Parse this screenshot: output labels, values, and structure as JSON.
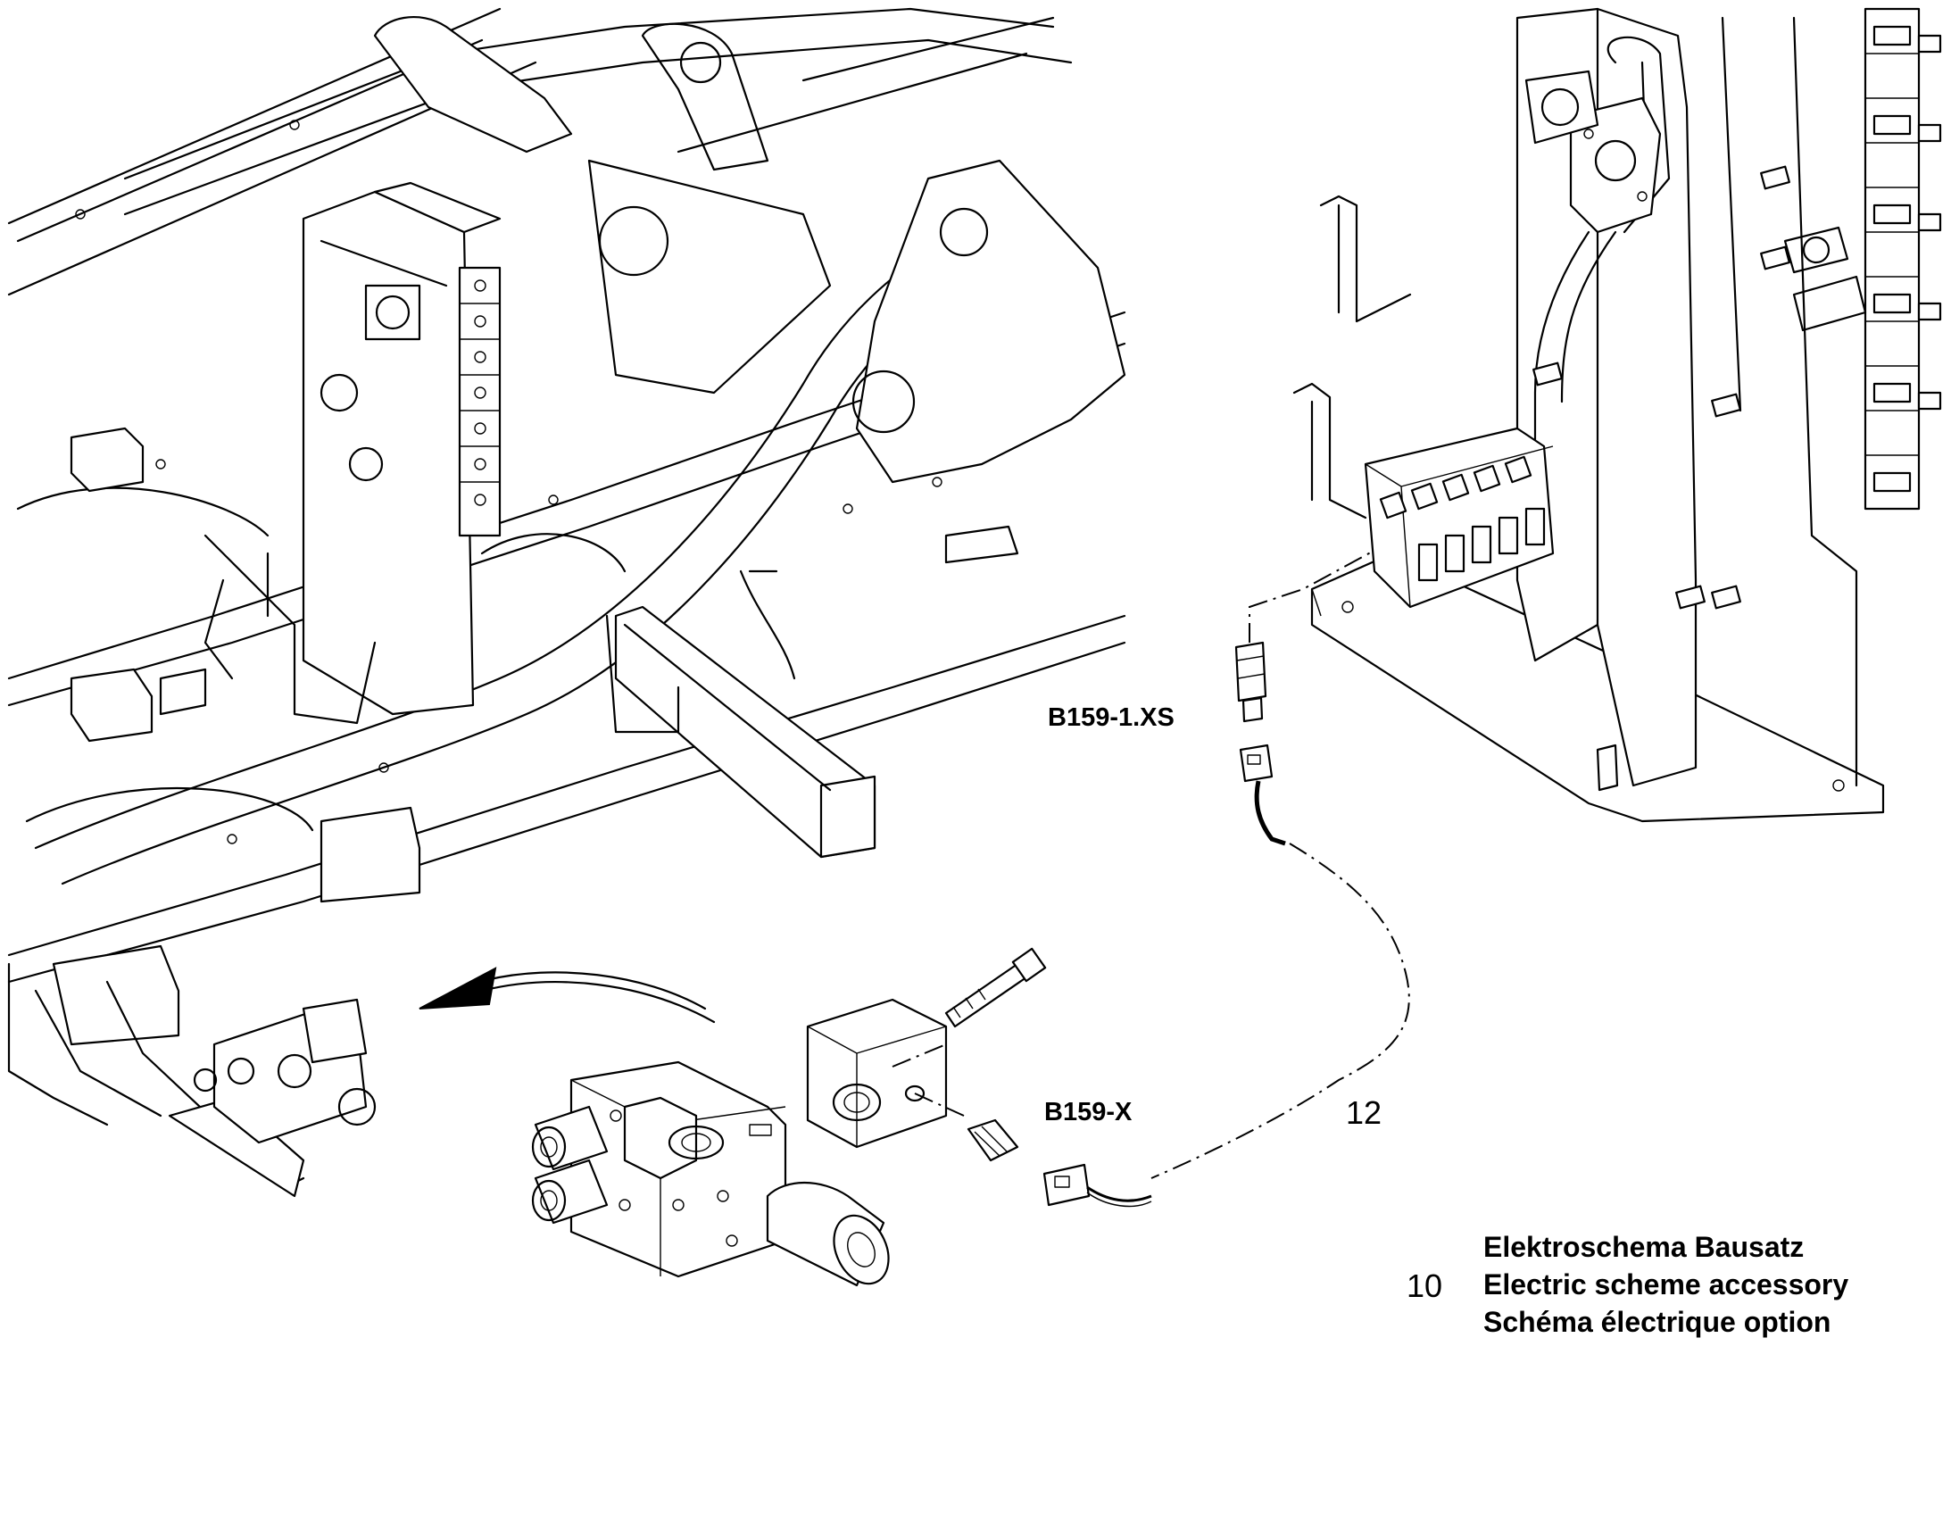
{
  "callouts": {
    "upper_connector": "B159-1.XS",
    "lower_connector": "B159-X",
    "wire_position": "12"
  },
  "legend": {
    "item_number": "10",
    "lines": [
      "Elektroschema Bausatz",
      "Electric scheme accessory",
      "Schéma électrique option"
    ]
  }
}
